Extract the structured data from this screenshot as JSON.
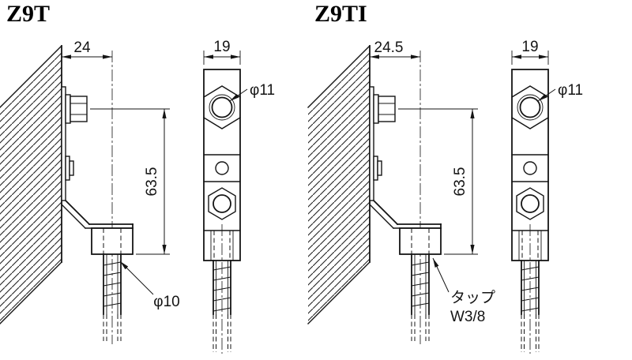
{
  "colors": {
    "background": "#ffffff",
    "line": "#151515"
  },
  "diagrams": {
    "z9t": {
      "title": "Z9T",
      "side_view": {
        "width_dim": "24",
        "height_dim": "63.5",
        "rod_label": "φ10"
      },
      "front_view": {
        "width_dim": "19",
        "hole_label": "φ11"
      }
    },
    "z9ti": {
      "title": "Z9TI",
      "side_view": {
        "width_dim": "24.5",
        "height_dim": "63.5",
        "tap_label_line1": "タップ",
        "tap_label_line2": "W3/8"
      },
      "front_view": {
        "width_dim": "19",
        "hole_label": "φ11"
      }
    }
  }
}
